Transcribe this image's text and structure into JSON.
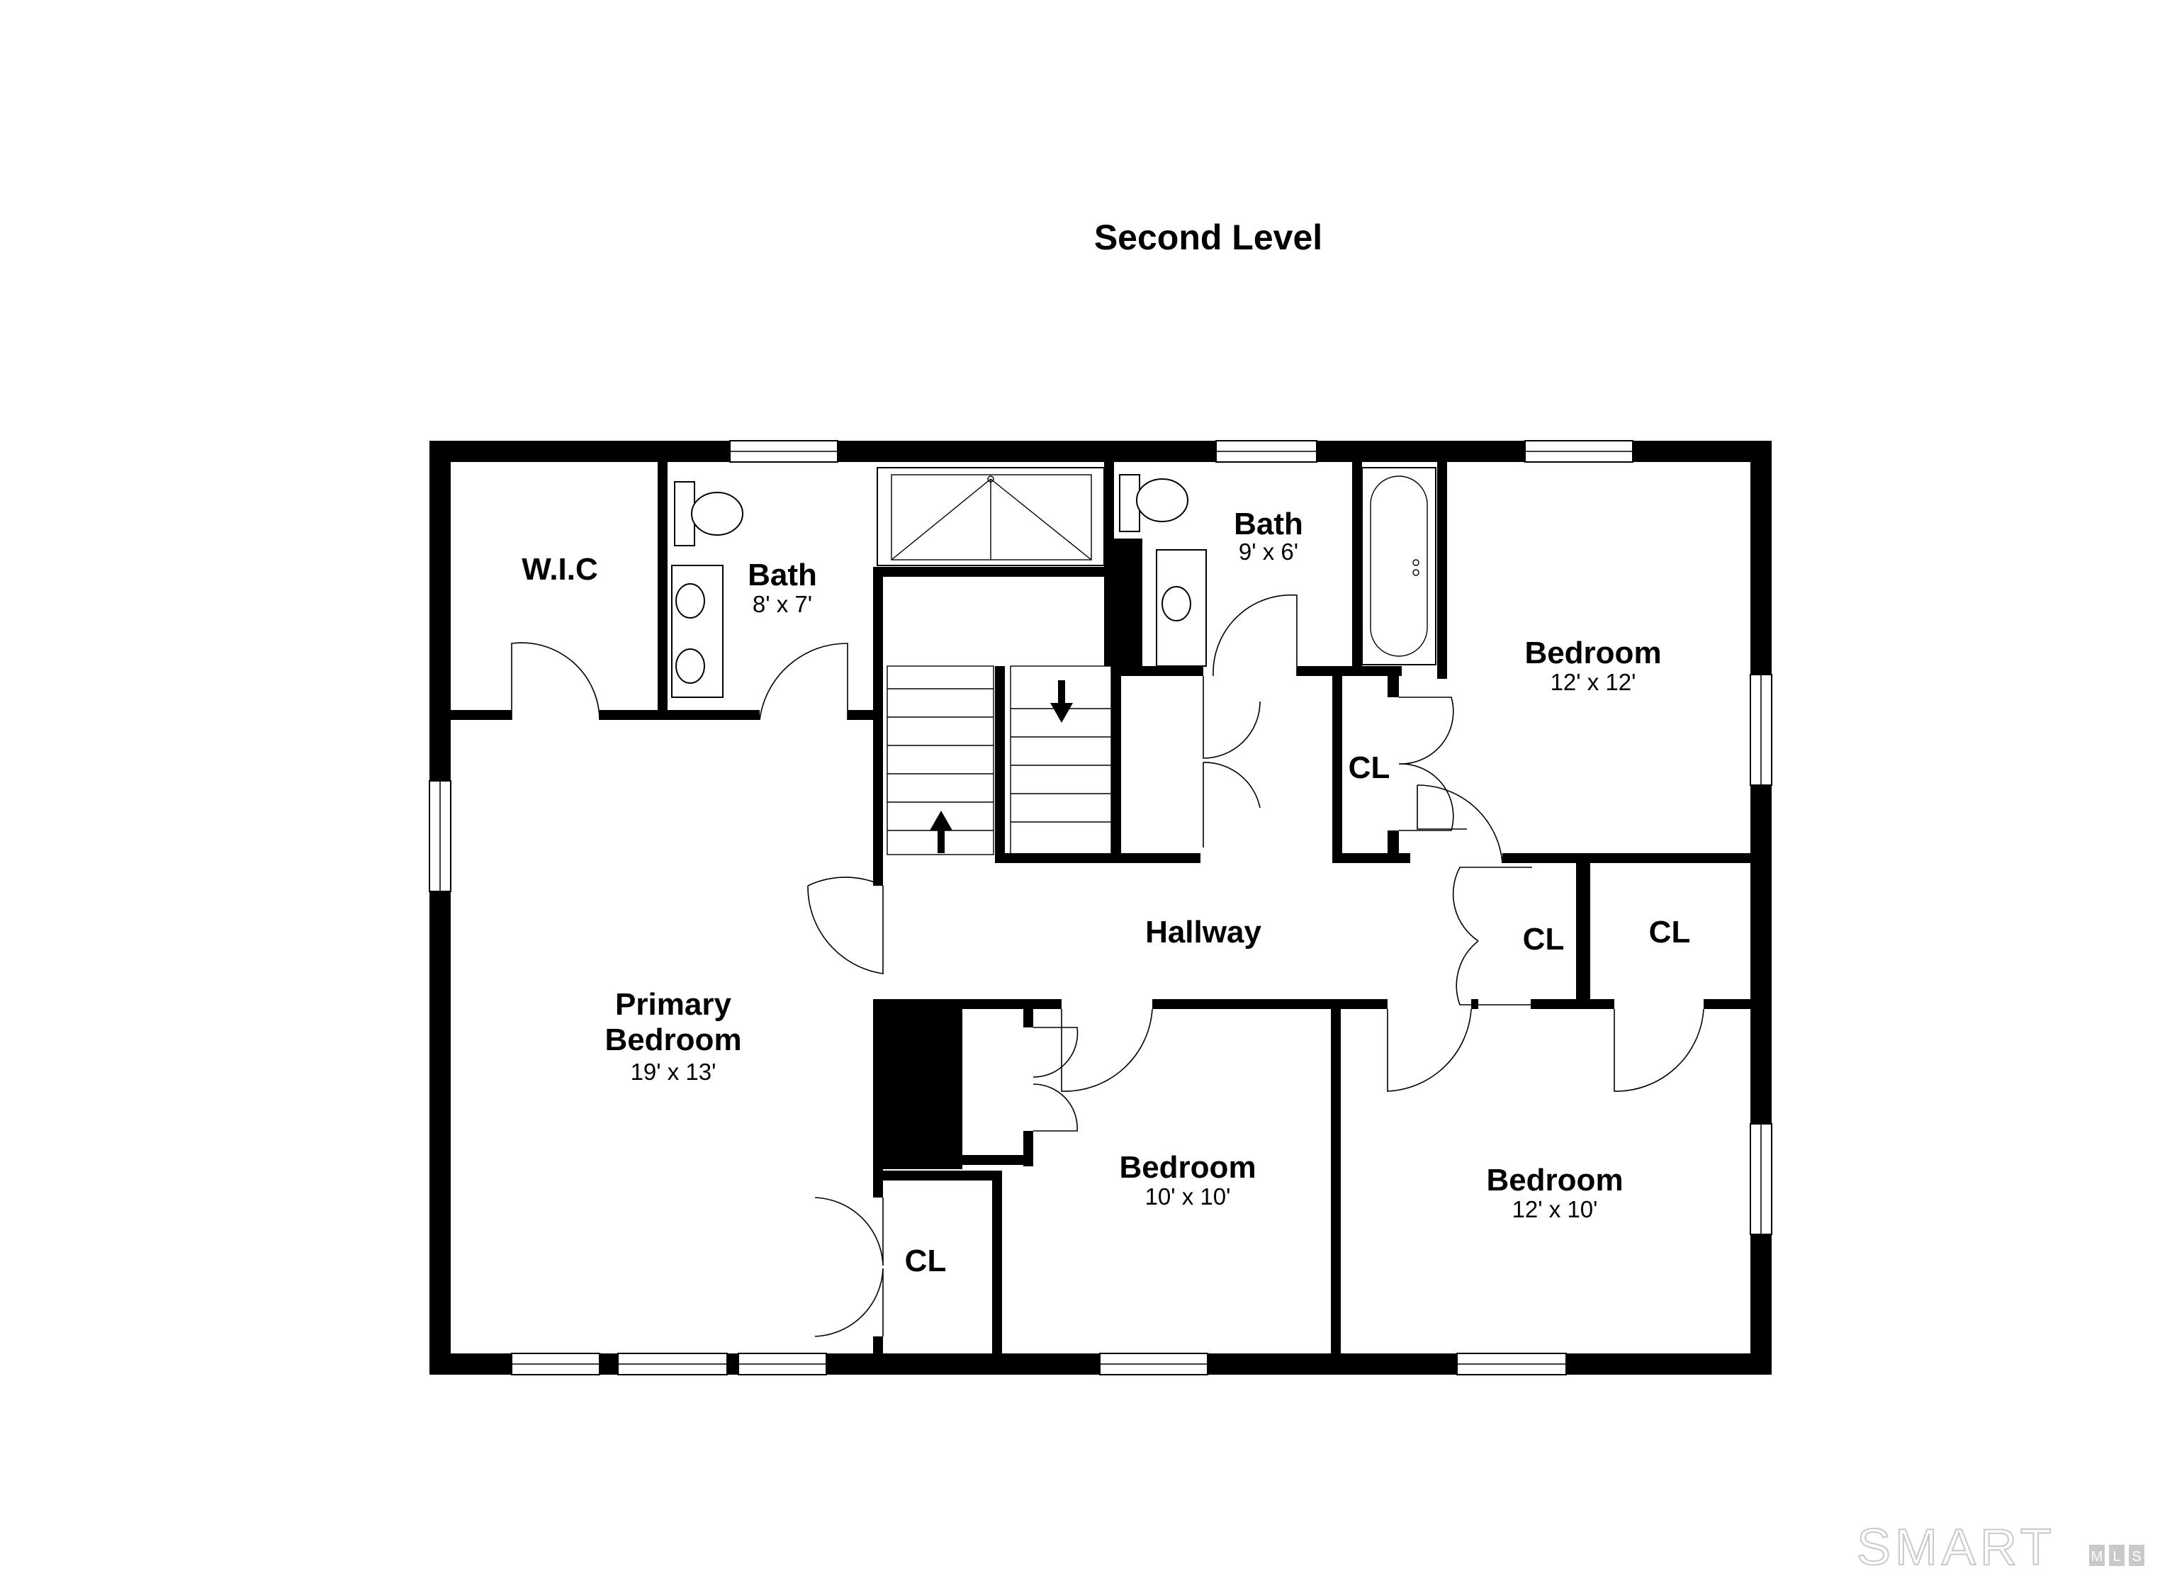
{
  "title": "Second Level",
  "rooms": {
    "wic": {
      "name": "W.I.C"
    },
    "bath_primary": {
      "name": "Bath",
      "dim": "8' x 7'"
    },
    "bath_hall": {
      "name": "Bath",
      "dim": "9' x 6'"
    },
    "bedroom_ne": {
      "name": "Bedroom",
      "dim": "12' x 12'"
    },
    "cl_ne": {
      "name": "CL"
    },
    "hallway": {
      "name": "Hallway"
    },
    "cl_hall": {
      "name": "CL"
    },
    "cl_east": {
      "name": "CL"
    },
    "primary": {
      "name_line1": "Primary",
      "name_line2": "Bedroom",
      "dim": "19' x 13'"
    },
    "bedroom_s": {
      "name": "Bedroom",
      "dim": "10' x 10'"
    },
    "bedroom_se": {
      "name": "Bedroom",
      "dim": "12' x 10'"
    },
    "cl_primary": {
      "name": "CL"
    }
  },
  "watermark": {
    "text": "SMART",
    "suffix": [
      "M",
      "L",
      "S"
    ]
  },
  "colors": {
    "wall": "#000000",
    "background": "#ffffff",
    "watermark": "#c9c9c9"
  }
}
